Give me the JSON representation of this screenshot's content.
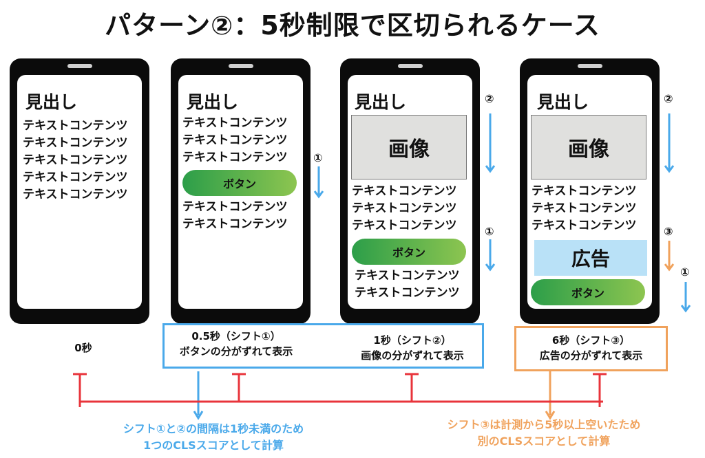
{
  "title": "パターン②：5秒制限で区切られるケース",
  "heading": "見出し",
  "text_line": "テキストコンテンツ",
  "button_label": "ボタン",
  "image_label": "画像",
  "ad_label": "広告",
  "markers": {
    "shift1": "①",
    "shift2": "②",
    "shift3": "③"
  },
  "captions": {
    "t0": "0秒",
    "t05_line1": "0.5秒（シフト①）",
    "t05_line2": "ボタンの分がずれて表示",
    "t1_line1": "1秒（シフト②）",
    "t1_line2": "画像の分がずれて表示",
    "t6_line1": "6秒（シフト③）",
    "t6_line2": "広告の分がずれて表示"
  },
  "notes": {
    "blue_line1": "シフト①と②の間隔は1秒未満のため",
    "blue_line2": "1つのCLSスコアとして計算",
    "orange_line1": "シフト③は計測から5秒以上空いたため",
    "orange_line2": "別のCLSスコアとして計算"
  },
  "colors": {
    "blue": "#4aa9ea",
    "orange": "#f0a25c",
    "red": "#e8343b",
    "green_start": "#2c9e49",
    "green_end": "#8dc550",
    "ad_bg": "#b9e1f7",
    "image_bg": "#e0e0de"
  }
}
